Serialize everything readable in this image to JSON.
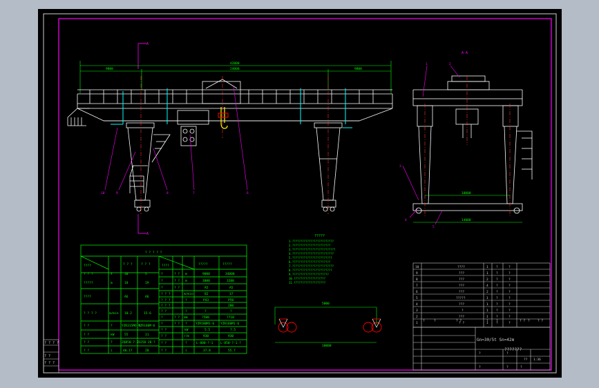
{
  "colors": {
    "outer_bg": "#b4bcc7",
    "canvas": "#000000",
    "sheet_frame": "#ffffff",
    "border": "#ff00ff",
    "structure": "#ffffff",
    "dimension": "#00ff00",
    "table": "#00ff00",
    "centerline": "#ff3030",
    "marker_red": "#ff0000",
    "marker_yellow": "#ffff00",
    "detail_cyan": "#00ffff"
  },
  "front_view": {
    "overall_dim": "42000",
    "dim_left": "9800",
    "dim_mid": "24000",
    "dim_right": "9800",
    "section_mark": "A",
    "leader_labels": [
      "10",
      "9",
      "8",
      "7",
      "6"
    ]
  },
  "side_view": {
    "section_mark": "A-A",
    "top_dim": "10000",
    "base_dim": "14000",
    "leader_labels": [
      "1",
      "2",
      "3",
      "4",
      "5"
    ]
  },
  "notes": {
    "title": "?????",
    "lines": [
      "1.?????????????????????????",
      "2.???????????????????????",
      "3.??????????????????????????",
      "4.?????????????????????????",
      "5.????????????????????????",
      "6.???????????????????????",
      "7.?????????????????????????",
      "8.????????????????????????",
      "9.??????????????????????",
      "10.???????????????????",
      "11.???????????????????"
    ]
  },
  "wheel_detail": {
    "span_dim": "5000",
    "base_dim": "10000"
  },
  "params_table": {
    "title": "? ? ? ? ?",
    "col_heads": [
      "????",
      "? ? ?",
      "? ? ?",
      "????",
      "?????",
      "?????"
    ],
    "left_rows": [
      [
        "? ? ?",
        "t",
        "30",
        "5"
      ],
      [
        "?????",
        "m",
        "18",
        "19"
      ],
      [
        "????",
        "",
        "A6",
        "A6"
      ],
      [
        "? ? ? ?",
        "m/min",
        "10.2",
        "15.6"
      ],
      [
        "? ?",
        "?",
        "YZR315M6-8",
        "YZR160M-6"
      ],
      [
        "? ?",
        "kW",
        "55",
        "11"
      ],
      [
        "? ?",
        "?",
        "ZQ850-7-ZD250-20-?",
        ""
      ],
      [
        "? ?",
        "i",
        "40.17",
        "20"
      ]
    ],
    "right_rows": [
      [
        "?",
        "? ?",
        "m",
        "9000",
        "34000"
      ],
      [
        "?",
        "? ?",
        "m",
        "3000",
        "3200"
      ],
      [
        "?",
        "? ?",
        "",
        "A5",
        "A5"
      ],
      [
        "? ? ?",
        "",
        "m/min",
        "82",
        "37"
      ],
      [
        "? ? ?",
        "",
        "?",
        "P43",
        "P50"
      ],
      [
        "? ? ?",
        "",
        "",
        "",
        "280"
      ],
      [
        "? ?",
        "",
        "?",
        "?",
        "?"
      ],
      [
        "?",
        "? ?",
        "mm",
        "?500",
        "?710"
      ],
      [
        "?",
        "? ?",
        "?",
        "YZR180M1-6",
        "YZR160M1-6"
      ],
      [
        "? ?",
        "",
        "kW",
        "5.5",
        "7.5"
      ],
      [
        "? ?",
        "",
        "r/m",
        "930",
        "930"
      ],
      [
        "? ?",
        "",
        "?",
        "L-800-?-1",
        "L-850-?-1.?"
      ],
      [
        "? ?",
        "",
        "i",
        "37.8",
        "55.7"
      ]
    ]
  },
  "parts_list": {
    "rows": [
      [
        "10",
        "????",
        "1",
        "?",
        "?"
      ],
      [
        "9",
        "???",
        "1",
        "?",
        "?"
      ],
      [
        "8",
        "???",
        "2",
        "?",
        "?"
      ],
      [
        "7",
        "???",
        "4",
        "?",
        "?"
      ],
      [
        "6",
        "???",
        "2",
        "?",
        "?"
      ],
      [
        "5",
        "?????",
        "1",
        "?",
        "?"
      ],
      [
        "4",
        "???",
        "1",
        "?",
        "?"
      ],
      [
        "3",
        "?",
        "1",
        "?",
        "?"
      ],
      [
        "2",
        "???",
        "1",
        "?",
        "?"
      ],
      [
        "1",
        "? ?",
        "1",
        "?",
        "?"
      ]
    ],
    "header": [
      "?",
      "?",
      "? ?",
      "?",
      "?",
      "? ?",
      "?",
      "? ?"
    ]
  },
  "title_block": {
    "title": "Gn=30/5t Sn=42m",
    "subtitle": "???????",
    "scale_label": "??",
    "scale": "1:36",
    "sheet_labels": [
      "?",
      "?",
      "?",
      "?",
      "?"
    ],
    "side_labels": [
      "? ? ? ?",
      "? ?",
      "? ? ?"
    ]
  }
}
